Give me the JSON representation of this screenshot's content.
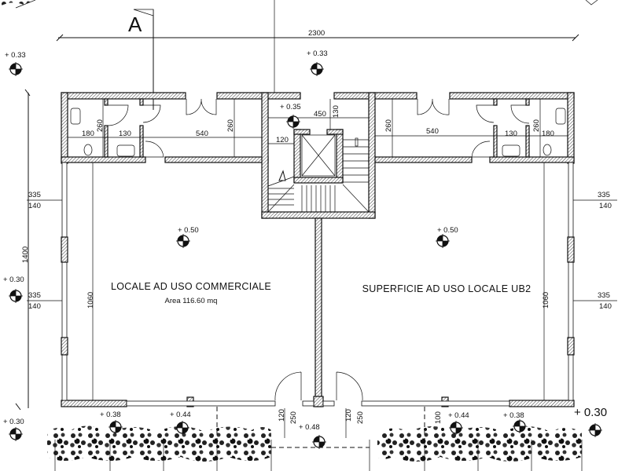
{
  "drawing": {
    "section_mark": "A",
    "overall_width": "2300",
    "overall_depth": "1400",
    "rooms": [
      {
        "name": "LOCALE AD USO COMMERCIALE",
        "area": "Area 116.60 mq"
      },
      {
        "name": "SUPERFICIE AD USO LOCALE UB2"
      }
    ],
    "elevations": [
      "+ 0.33",
      "+ 0.33",
      "+ 0.35",
      "+ 0.50",
      "+ 0.50",
      "+ 0.30",
      "+ 0.30",
      "+ 0.38",
      "+ 0.44",
      "+ 0.48",
      "+ 0.44",
      "+ 0.38",
      "+ 0.30"
    ],
    "dims_left": {
      "wc_w": "180",
      "wc_h": "260",
      "ante_w": "130",
      "room_w": "540",
      "room_h": "260",
      "hall_h": "1060"
    },
    "dims_right": {
      "wc_w": "180",
      "wc_h": "260",
      "ante_w": "130",
      "room_w": "540",
      "room_h": "260",
      "hall_h": "1060"
    },
    "dims_stair": {
      "width": "450",
      "landing": "130",
      "side": "120"
    },
    "dims_windows": {
      "left_top": "335",
      "left_top_sub": "140",
      "left_bot": "335",
      "left_bot_sub": "140",
      "right_top": "335",
      "right_top_sub": "140",
      "right_bot": "335",
      "right_bot_sub": "140"
    },
    "dims_doors": {
      "left_w": "120",
      "left_h": "250",
      "right_w": "120",
      "right_h": "250",
      "side": "100"
    }
  }
}
